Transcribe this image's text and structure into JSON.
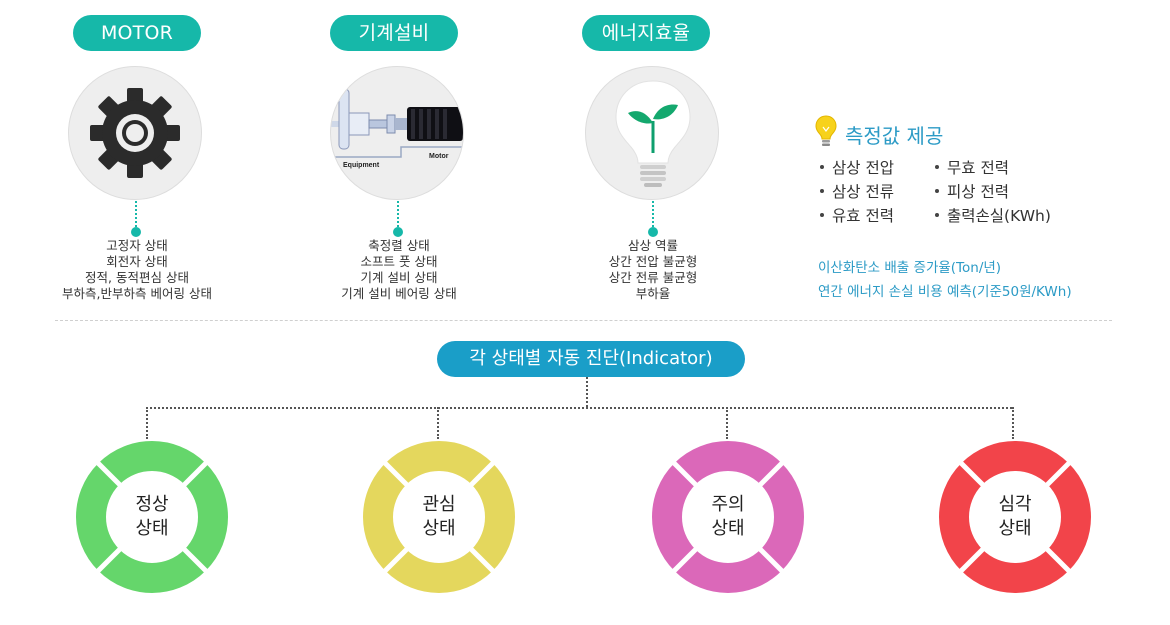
{
  "categories": [
    {
      "label": "MOTOR",
      "icon": "gear-icon",
      "items": [
        "고정자 상태",
        "회전자 상태",
        "정적, 동적편심 상태",
        "부하측,반부하측 베어링 상태"
      ]
    },
    {
      "label": "기계설비",
      "icon": "equipment-motor-diagram",
      "diagram_labels": {
        "equipment": "Equipment",
        "motor": "Motor"
      },
      "items": [
        "축정렬 상태",
        "소프트 풋 상태",
        "기계 설비 상태",
        "기계 설비 베어링 상태"
      ]
    },
    {
      "label": "에너지효율",
      "icon": "lightbulb-sprout-icon",
      "items": [
        "삼상 역률",
        "상간 전압 불균형",
        "상간 전류 불균형",
        "부하율"
      ]
    }
  ],
  "measurement": {
    "title": "측정값 제공",
    "icon": "lightbulb-icon",
    "left_items": [
      "삼상 전압",
      "삼상 전류",
      "유효 전력"
    ],
    "right_items": [
      "무효 전력",
      "피상 전력",
      "출력손실(KWh)"
    ],
    "notes": [
      "이산화탄소 배출 증가율(Ton/년)",
      "연간 에너지 손실 비용 예측(기준50원/KWh)"
    ]
  },
  "indicator": {
    "title": "각 상태별 자동 진단(Indicator)",
    "states": [
      {
        "line1": "정상",
        "line2": "상태",
        "color": "#65d66b"
      },
      {
        "line1": "관심",
        "line2": "상태",
        "color": "#e4d75d"
      },
      {
        "line1": "주의",
        "line2": "상태",
        "color": "#db68b9"
      },
      {
        "line1": "심각",
        "line2": "상태",
        "color": "#f2444a"
      }
    ]
  },
  "colors": {
    "teal": "#16b8a9",
    "blue": "#1a9ec8",
    "note_blue": "#2c9bc6"
  }
}
